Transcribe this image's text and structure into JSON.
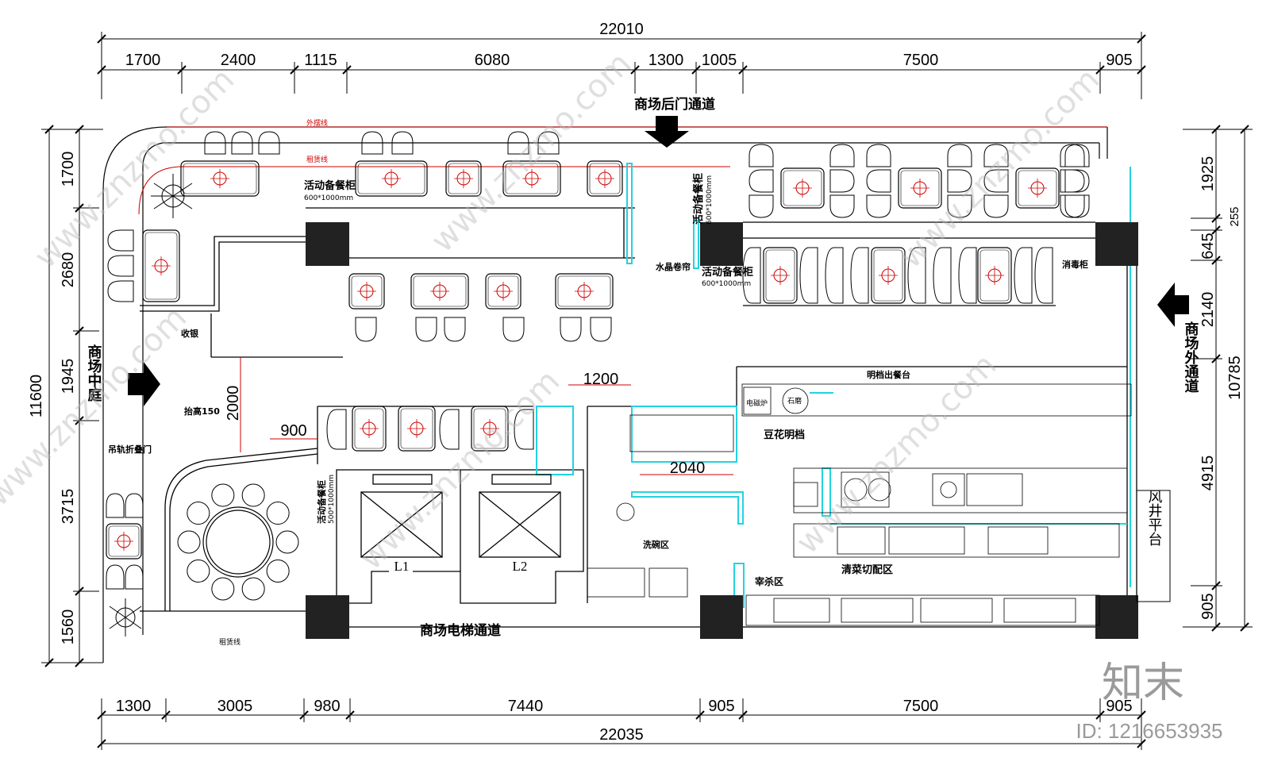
{
  "dimensions": {
    "top_total": "22010",
    "top_segments": [
      "1700",
      "2400",
      "1115",
      "6080",
      "1300",
      "1005",
      "7500",
      "905"
    ],
    "bottom_total": "22035",
    "bottom_segments": [
      "1300",
      "3005",
      "980",
      "7440",
      "905",
      "7500",
      "905"
    ],
    "left_total": "11600",
    "left_segments": [
      "1700",
      "2680",
      "1945",
      "3715",
      "1560"
    ],
    "right_total": "10785",
    "right_segments": [
      "1925",
      "255",
      "645",
      "2140",
      "4915",
      "905"
    ],
    "inner_1200": "1200",
    "inner_2000": "2000",
    "inner_900": "900",
    "inner_2040": "2040"
  },
  "labels": {
    "back_door": "商场后门通道",
    "elevator_passage": "商场电梯通道",
    "courtyard": "商场中庭",
    "outer_passage": "商场外通道",
    "shaft_platform": "风井平台",
    "elevator_l1": "L1",
    "elevator_l2": "L2",
    "outer_swing_line": "外摆线",
    "lease_line_top": "租赁线",
    "lease_line_bottom": "租赁线",
    "mobile_cabinet_1": "活动备餐柜",
    "mobile_cabinet_1_size": "600*1000mm",
    "mobile_cabinet_2": "活动备餐柜",
    "mobile_cabinet_2_size": "600*1000mm",
    "mobile_cabinet_3": "活动备餐柜",
    "mobile_cabinet_3_size": "600*1000mm",
    "mobile_cabinet_4": "活动备餐柜",
    "mobile_cabinet_4_size": "500*1000mm",
    "crystal_curtain": "水晶卷帘",
    "disinfect_cabinet": "消毒柜",
    "cashier": "收银",
    "raise_150": "抬高150",
    "folding_door": "吊轨折叠门",
    "pass_counter": "明档出餐台",
    "tofu_stall": "豆花明档",
    "dishwash_zone": "洗碗区",
    "prep_zone": "清菜切配区",
    "slaughter_zone": "宰杀区",
    "induction": "电磁炉",
    "stone_mill": "石磨",
    "aquarium_size": "2040",
    "watermark_site": "www.znzmo.com",
    "watermark_cn": "知末",
    "id_text": "ID: 1216653935"
  },
  "colors": {
    "line": "#000000",
    "red": "#d00000",
    "cyan": "#22d3e0",
    "column": "#222222",
    "watermark": "#b8b8b8"
  }
}
